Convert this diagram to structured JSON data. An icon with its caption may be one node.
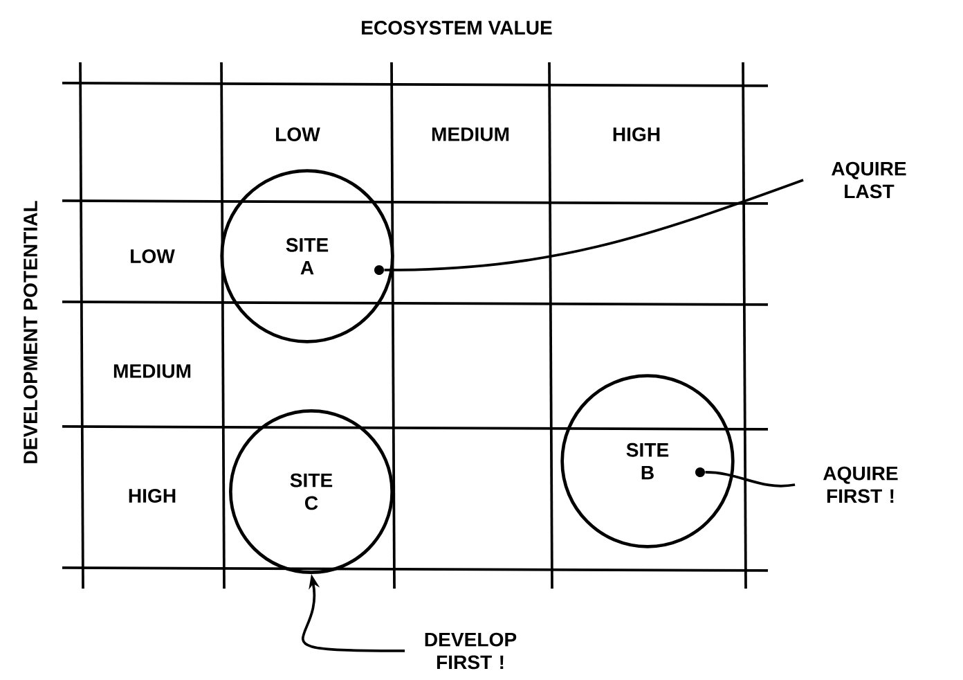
{
  "diagram": {
    "nodes": [
      {
        "text": [
          "SITE A"
        ]
      },
      {
        "text": [
          "SITE B"
        ]
      },
      {
        "text": [
          "SITE C"
        ]
      },
      {
        "text": [
          "AQUIRE LAST"
        ]
      },
      {
        "text": [
          "AQUIRE FIRST !"
        ]
      },
      {
        "text": [
          "DEVELOP FIRST !"
        ]
      },
      {
        "text": [],
        "shape": "circle",
        "in": 0
      },
      {
        "text": [],
        "shape": "circle",
        "in": 1
      }
    ],
    "edges": [
      {
        "from": 3,
        "to": 6,
        "arrow": "none"
      },
      {
        "from": 4,
        "to": 7,
        "arrow": "none"
      },
      {
        "from": 5,
        "to": 2,
        "arrow": "to"
      }
    ],
    "labels": [
      "ECOSYSTEM VALUE",
      "DEVELOPMENT POTENTIAL",
      "LOW",
      "MEDIUM",
      "HIGH",
      "LOW",
      "MEDIUM",
      "HIGH"
    ]
  }
}
